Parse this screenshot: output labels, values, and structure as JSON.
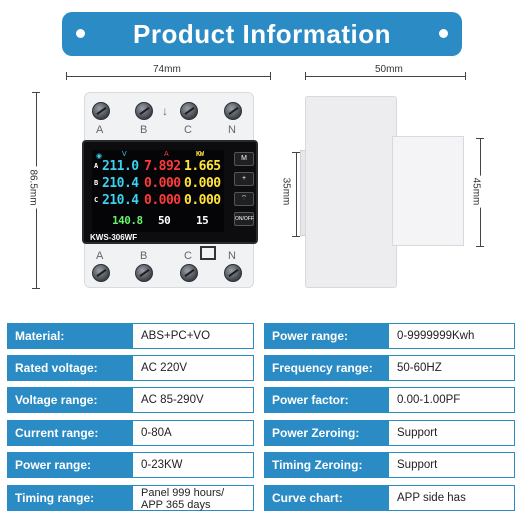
{
  "banner": {
    "title": "Product Information"
  },
  "dimensions": {
    "width_front": "74mm",
    "height_front": "86.5mm",
    "width_side": "50mm",
    "inner_side": "35mm",
    "outer_side": "45mm"
  },
  "terminals": {
    "top": [
      "A",
      "B",
      "C",
      "N"
    ],
    "bottom": [
      "A",
      "B",
      "C",
      "N"
    ]
  },
  "display": {
    "model": "KWS-306WF",
    "header_kw": "KW",
    "rows": [
      {
        "phase": "A",
        "v": "211.0",
        "a": "7.892",
        "kw": "1.665"
      },
      {
        "phase": "B",
        "v": "210.4",
        "a": "0.000",
        "kw": "0.000"
      },
      {
        "phase": "C",
        "v": "210.4",
        "a": "0.000",
        "kw": "0.000"
      }
    ],
    "bottom_kwh": "140.8",
    "bottom_hz": "50",
    "bottom_temp": "15",
    "buttons": [
      "M",
      "+",
      "",
      "ON/OFF"
    ]
  },
  "specs_left": [
    {
      "label": "Material:",
      "value": "ABS+PC+VO"
    },
    {
      "label": "Rated voltage:",
      "value": "AC 220V"
    },
    {
      "label": "Voltage range:",
      "value": "AC 85-290V"
    },
    {
      "label": "Current range:",
      "value": "0-80A"
    },
    {
      "label": "Power range:",
      "value": "0-23KW"
    },
    {
      "label": "Timing range:",
      "value_line1": "Panel 999 hours/",
      "value_line2": "APP 365 days"
    }
  ],
  "specs_right": [
    {
      "label": "Power range:",
      "value": "0-9999999Kwh"
    },
    {
      "label": "Frequency range:",
      "value": "50-60HZ"
    },
    {
      "label": "Power factor:",
      "value": "0.00-1.00PF"
    },
    {
      "label": "Power Zeroing:",
      "value": "Support"
    },
    {
      "label": "Timing Zeroing:",
      "value": "Support"
    },
    {
      "label": "Curve chart:",
      "value": "APP side has"
    }
  ],
  "colors": {
    "accent": "#2b8bc5",
    "lcd_cyan": "#39d3f0",
    "lcd_red": "#ff3a3a",
    "lcd_yellow": "#ffe53a",
    "lcd_green": "#66f06a"
  }
}
